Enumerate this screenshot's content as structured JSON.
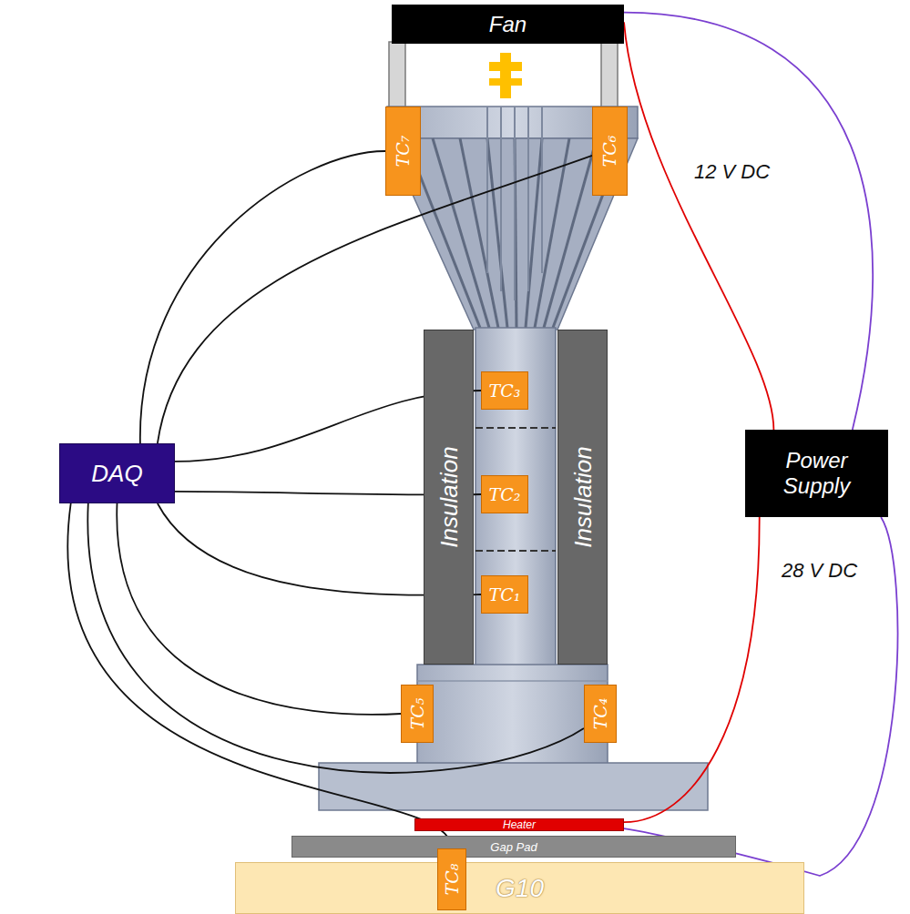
{
  "diagram": {
    "nodes": [
      {
        "text": [
          "Fan"
        ]
      },
      {
        "text": [
          "TC₇"
        ]
      },
      {
        "text": [
          "TC₆"
        ]
      },
      {
        "text": [
          "Insulation"
        ]
      },
      {
        "text": [
          "TC₃"
        ]
      },
      {
        "text": [
          "Insulation"
        ]
      },
      {
        "text": [
          "DAQ"
        ]
      },
      {
        "text": [
          "TC₂"
        ]
      },
      {
        "text": [
          "Power Supply"
        ]
      },
      {
        "text": [
          "TC₁"
        ]
      },
      {
        "text": [
          "TC₅"
        ]
      },
      {
        "text": [
          "TC₄"
        ]
      },
      {
        "text": [
          "Heater"
        ]
      },
      {
        "text": [
          "Gap Pad"
        ]
      },
      {
        "text": [
          "TC₈"
        ]
      },
      {
        "text": [
          "G10"
        ]
      }
    ],
    "edges": [
      {
        "from": 6,
        "to": 1,
        "arrow": "none"
      },
      {
        "from": 6,
        "to": 2,
        "arrow": "none"
      },
      {
        "from": 6,
        "to": 4,
        "arrow": "none"
      },
      {
        "from": 6,
        "to": 7,
        "arrow": "none"
      },
      {
        "from": 6,
        "to": 9,
        "arrow": "none"
      },
      {
        "from": 6,
        "to": 10,
        "arrow": "none"
      },
      {
        "from": 6,
        "to": 11,
        "arrow": "none"
      },
      {
        "from": 6,
        "to": 14,
        "arrow": "none"
      },
      {
        "from": 8,
        "to": 0,
        "arrow": "none"
      },
      {
        "from": 8,
        "to": 0,
        "arrow": "none"
      },
      {
        "from": 8,
        "to": 12,
        "arrow": "none"
      },
      {
        "from": 8,
        "to": 12,
        "arrow": "none"
      }
    ],
    "labels": [
      "12 V DC",
      "28 V DC"
    ]
  }
}
